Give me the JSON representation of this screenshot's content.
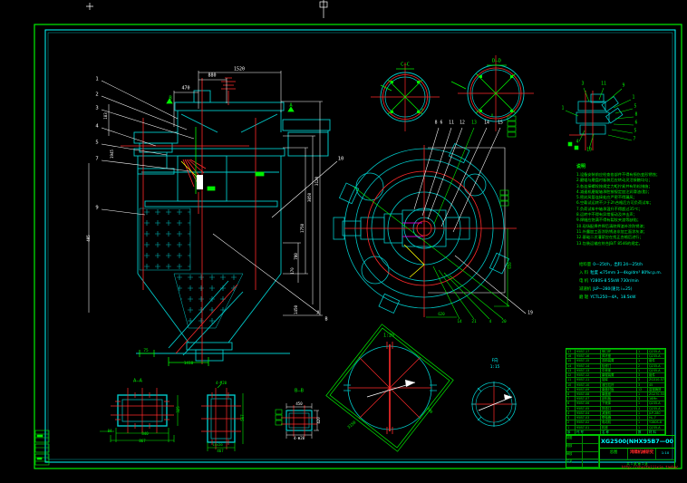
{
  "sheet": {
    "description": "XG2500 vertical mill general assembly CAD drawing"
  },
  "title_block": {
    "drawing_no": "XG2500(NHX95B7—00",
    "subtitle": "总图",
    "company": "鸿啸机械研究",
    "url": "http://shuituijixie.taobao.com/",
    "scale": "1:10",
    "sheet_note": "共 1 张  第 1 张",
    "left_rows": [
      [
        "制图",
        ""
      ],
      [
        "校核",
        ""
      ],
      [
        "审核",
        ""
      ],
      [
        "工艺",
        ""
      ]
    ]
  },
  "specs": {
    "rows": [
      {
        "label": "给料量",
        "value": "0—25t/h，出料 24—25t/h"
      },
      {
        "label": "入 料",
        "value": "粒度 ≤75mm 3—4kg/dm³ 80%r.p.m."
      },
      {
        "label": "电 机",
        "value": "Y280S-8  55kW  730r/min"
      },
      {
        "label": "减速机",
        "value": "JLP—280(速比 i=25)"
      },
      {
        "label": "磨 辊",
        "value": "YCTL250—4A，18.5kW"
      }
    ]
  },
  "notes": {
    "title": "说明",
    "lines": [
      "1.设备安装前应检查各部件不得有损伤变形锈蚀；",
      "2.磨辊与磨盘衬板装后应转动灵活接触均匀；",
      "3.各连接螺栓按规定力矩拧紧并有防松措施；",
      "4.减速机磨辊轴承腔按规定加注润滑油(脂)；",
      "5.密封风管连接处应严密不得漏风；",
      "6.空载试运转不少于2h合格后方可负荷试车；",
      "7.负荷试车中轴承温升不得超过35℃；",
      "8.运转中不得有异常振动及冲击声；",
      "9.焊缝应饱满不得有裂纹夹渣等缺陷；",
      "10.现场配焊件焊后清除焊渣补涂防锈漆；",
      "11.外露加工面涂防锈油非加工面涂灰漆；",
      "12.基础二次灌浆应在找正合格后进行；",
      "13.包装运输应符合JB/T 8546的规定。"
    ]
  },
  "bom": {
    "header": [
      "序",
      "代 号",
      "名 称",
      "数",
      "材 料"
    ],
    "rows": [
      [
        "17",
        "95B7-17",
        "喷口环",
        "1",
        "Q235-A"
      ],
      [
        "16",
        "95B7-16",
        "风环座",
        "1",
        "Q235-A"
      ],
      [
        "15",
        "95B7-15",
        "选粉装置",
        "1",
        "组件"
      ],
      [
        "14",
        "95B7-14",
        "检修门",
        "2",
        "Q235-A"
      ],
      [
        "13",
        "95B7-13",
        "中壳体",
        "1",
        "Q235-A"
      ],
      [
        "12",
        "95B7-12",
        "磨辊装置",
        "3",
        "组件"
      ],
      [
        "11",
        "95B7-11",
        "摇臂",
        "3",
        "ZG310-570"
      ],
      [
        "10",
        "95B7-10",
        "液压拉杆",
        "3",
        "45"
      ],
      [
        "9",
        "95B7-09",
        "磨盘衬板",
        "12",
        "高铬铸铁"
      ],
      [
        "8",
        "95B7-08",
        "磨盘座",
        "1",
        "ZG270-500"
      ],
      [
        "7",
        "95B7-07",
        "刮料板",
        "3",
        "16Mn"
      ],
      [
        "6",
        "95B7-06",
        "下壳体",
        "1",
        "Q235-A"
      ],
      [
        "5",
        "95B7-05",
        "排渣口",
        "1",
        "Q235-A"
      ],
      [
        "4",
        "95B7-04",
        "减速机",
        "1",
        "JLP-280"
      ],
      [
        "3",
        "95B7-03",
        "联轴器",
        "1",
        "HL-7"
      ],
      [
        "2",
        "95B7-02",
        "电动机",
        "1",
        "Y280S-8"
      ],
      [
        "1",
        "95B7-01",
        "机座",
        "1",
        "Q235-A"
      ]
    ]
  },
  "annotations": [
    [
      "1",
      107,
      88,
      "w",
      5.5
    ],
    [
      "2",
      107,
      105,
      "w",
      5.5
    ],
    [
      "3",
      107,
      120,
      "w",
      5.5
    ],
    [
      "4",
      107,
      140,
      "w",
      5.5
    ],
    [
      "5",
      107,
      158,
      "w",
      5.5
    ],
    [
      "7",
      107,
      176,
      "w",
      5.5
    ],
    [
      "9",
      107,
      230,
      "w",
      5.5
    ],
    [
      "470",
      205,
      98,
      "w",
      5
    ],
    [
      "880",
      234,
      84,
      "w",
      5
    ],
    [
      "1520",
      264,
      77,
      "w",
      5
    ],
    [
      "183",
      117,
      128,
      "w",
      4.2,
      -90
    ],
    [
      "1945",
      124,
      170,
      "w",
      4.2,
      -90
    ],
    [
      "405",
      98,
      263,
      "w",
      4.2,
      -90
    ],
    [
      "3120",
      350,
      200,
      "w",
      4.2,
      -90
    ],
    [
      "3050",
      342,
      218,
      "w",
      4.2,
      -90
    ],
    [
      "1750",
      334,
      252,
      "w",
      4.2,
      -90
    ],
    [
      "700",
      327,
      283,
      "w",
      4.2,
      -90
    ],
    [
      "170",
      323,
      299,
      "w",
      4,
      -90
    ],
    [
      "1450",
      327,
      342,
      "w",
      4.2,
      -90
    ],
    [
      "10",
      376,
      176,
      "w",
      5.5
    ],
    [
      "A",
      351,
      346,
      "w",
      5
    ],
    [
      "B",
      360,
      353,
      "w",
      5
    ],
    [
      "B",
      188,
      109,
      "g",
      5.5
    ],
    [
      "A",
      321,
      117,
      "g",
      5.5
    ],
    [
      "75",
      161,
      388,
      "g",
      4.4
    ],
    [
      "1410",
      208,
      402,
      "g",
      4.4
    ],
    [
      "C—C",
      447,
      72,
      "g",
      5.5
    ],
    [
      "D—D",
      548,
      68,
      "g",
      5.5
    ],
    [
      "y",
      466,
      122,
      "g",
      4.4
    ],
    [
      "y",
      543,
      128,
      "g",
      4.4
    ],
    [
      "8 6",
      484,
      137,
      "w",
      4.8
    ],
    [
      "11",
      498,
      137,
      "w",
      4.8
    ],
    [
      "12",
      510,
      137,
      "w",
      4.8
    ],
    [
      "13",
      523,
      137,
      "g",
      4.8
    ],
    [
      "14",
      537,
      137,
      "w",
      4.8
    ],
    [
      "15",
      552,
      137,
      "w",
      4.8
    ],
    [
      "19",
      585,
      347,
      "w",
      4.8
    ],
    [
      "14",
      507,
      356,
      "g",
      4.4
    ],
    [
      "21",
      523,
      356,
      "g",
      4.4
    ],
    [
      "4",
      541,
      356,
      "g",
      4.4
    ],
    [
      "20",
      556,
      356,
      "g",
      4.4
    ],
    [
      "620",
      487,
      347,
      "g",
      4
    ],
    [
      "650",
      563,
      293,
      "g",
      4,
      -90
    ],
    [
      "1:20",
      429,
      371,
      "g",
      5
    ],
    [
      "3150",
      389,
      470,
      "g",
      4.4,
      -40
    ],
    [
      "380",
      474,
      453,
      "g",
      4,
      50
    ],
    [
      "F向",
      546,
      399,
      "c",
      4.4
    ],
    [
      "1:15",
      546,
      406,
      "c",
      4.4
    ],
    [
      "A—A",
      152,
      421,
      "g",
      5.5
    ],
    [
      "325",
      197,
      452,
      "g",
      4,
      -90
    ],
    [
      "840",
      160,
      479,
      "g",
      4
    ],
    [
      "867",
      157,
      487,
      "g",
      4
    ],
    [
      "84",
      121,
      476,
      "g",
      4
    ],
    [
      "4-M20",
      244,
      423,
      "g",
      4
    ],
    [
      "567",
      268,
      461,
      "g",
      4,
      -90
    ],
    [
      "14×20",
      240,
      491,
      "g",
      3.8
    ],
    [
      "467",
      243,
      498,
      "g",
      4
    ],
    [
      "B—B",
      330,
      432,
      "g",
      5.5
    ],
    [
      "450",
      330,
      446,
      "w",
      4
    ],
    [
      "420",
      352,
      464,
      "w",
      4,
      -90
    ],
    [
      "4-Φ20",
      330,
      484,
      "w",
      4
    ],
    [
      "1",
      621,
      121,
      "g",
      4.8
    ],
    [
      "3",
      643,
      94,
      "g",
      4.8
    ],
    [
      "11",
      666,
      94,
      "g",
      4.8
    ],
    [
      "9",
      688,
      96,
      "g",
      4.8
    ],
    [
      "1",
      699,
      109,
      "g",
      4.8
    ],
    [
      "5",
      701,
      119,
      "g",
      4.8
    ],
    [
      "8",
      702,
      128,
      "g",
      4.8
    ],
    [
      "6",
      702,
      137,
      "g",
      4.8
    ],
    [
      "5",
      701,
      146,
      "g",
      4.8
    ],
    [
      "7",
      700,
      155,
      "g",
      4.8
    ],
    [
      "10",
      650,
      167,
      "g",
      4.8
    ],
    [
      "4",
      637,
      158,
      "g",
      4.8
    ]
  ]
}
